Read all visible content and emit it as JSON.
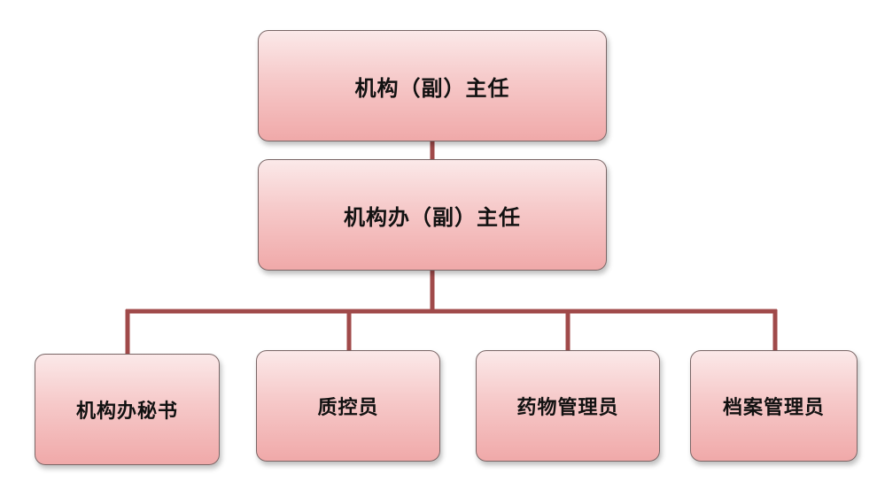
{
  "org_chart": {
    "root": {
      "label": "机构（副）主任"
    },
    "office": {
      "label": "机构办（副）主任"
    },
    "staff": [
      {
        "label": "机构办秘书"
      },
      {
        "label": "质控员"
      },
      {
        "label": "药物管理员"
      },
      {
        "label": "档案管理员"
      }
    ]
  },
  "colors": {
    "connector": "#a04a4a",
    "box_top": "#fbe9e9",
    "box_bottom": "#f0a9a9",
    "box_border": "#7a6666"
  }
}
